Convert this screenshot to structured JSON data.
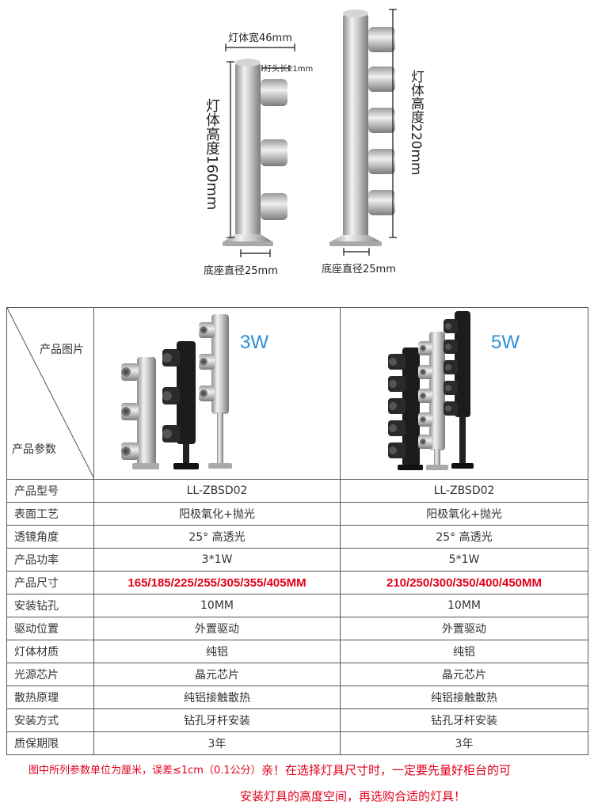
{
  "diagram": {
    "width_label": "灯体宽46mm",
    "head_length_label": "灯头长21mm",
    "height_left_label": "灯体高度160mm",
    "height_right_label": "灯体高度220mm",
    "base_left_label": "底座直径25mm",
    "base_right_label": "底座直径25mm"
  },
  "table": {
    "header_top_label": "产品图片",
    "header_bottom_label": "产品参数",
    "col1_watt": "3W",
    "col2_watt": "5W",
    "rows": [
      {
        "label": "产品型号",
        "v1": "LL-ZBSD02",
        "v2": "LL-ZBSD02"
      },
      {
        "label": "表面工艺",
        "v1": "阳极氧化+抛光",
        "v2": "阳极氧化+抛光"
      },
      {
        "label": "透镜角度",
        "v1": "25°  高透光",
        "v2": "25°  高透光"
      },
      {
        "label": "产品功率",
        "v1": "3*1W",
        "v2": "5*1W"
      },
      {
        "label": "产品尺寸",
        "v1": "165/185/225/255/305/355/405MM",
        "v2": "210/250/300/350/400/450MM"
      },
      {
        "label": "安装钻孔",
        "v1": "10MM",
        "v2": "10MM"
      },
      {
        "label": "驱动位置",
        "v1": "外置驱动",
        "v2": "外置驱动"
      },
      {
        "label": "灯体材质",
        "v1": "纯铝",
        "v2": "纯铝"
      },
      {
        "label": "光源芯片",
        "v1": "晶元芯片",
        "v2": "晶元芯片"
      },
      {
        "label": "散热原理",
        "v1": "纯铝接触散热",
        "v2": "纯铝接触散热"
      },
      {
        "label": "安装方式",
        "v1": "钻孔牙杆安装",
        "v2": "钻孔牙杆安装"
      },
      {
        "label": "质保期限",
        "v1": "3年",
        "v2": "3年"
      }
    ]
  },
  "notes": {
    "unit_note": "图中所列参数单位为厘米，误差≤1cm（0.1公分）",
    "tip_line1": "亲！在选择灯具尺寸时，一定要先量好柜台的可",
    "tip_line2": "安装灯具的高度空间，再选购合适的灯具！"
  },
  "colors": {
    "accent_blue": "#2a8fd8",
    "note_red": "#e0001a"
  }
}
